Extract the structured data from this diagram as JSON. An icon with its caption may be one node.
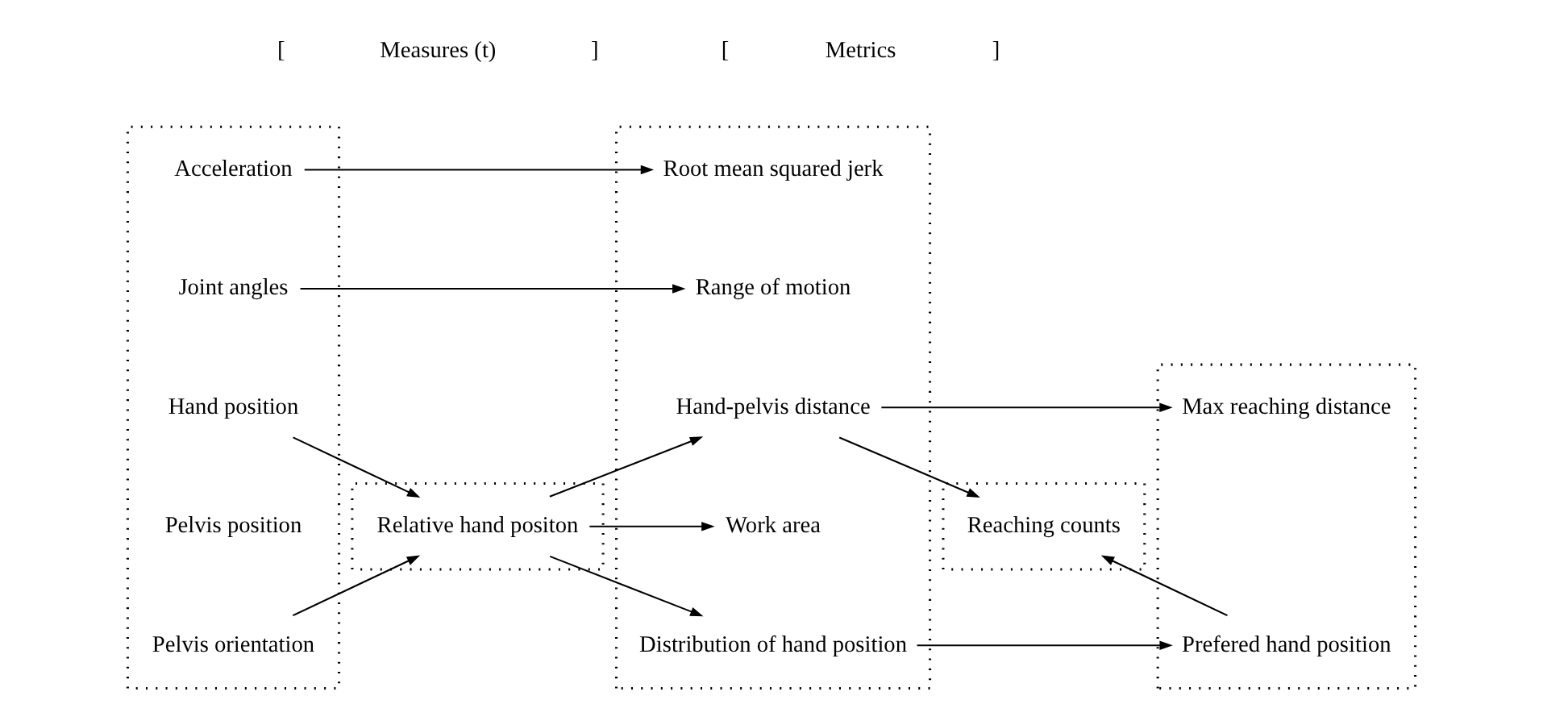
{
  "diagram": {
    "nodes": [
      {
        "text": [],
        "shape": "box"
      },
      {
        "text": [
          "Acceleration"
        ],
        "in": 0
      },
      {
        "text": [
          "Joint angles"
        ],
        "in": 0
      },
      {
        "text": [
          "Hand position"
        ],
        "in": 0
      },
      {
        "text": [
          "Pelvis position"
        ],
        "in": 0
      },
      {
        "text": [
          "Pelvis orientation"
        ],
        "in": 0
      },
      {
        "text": [],
        "shape": "box"
      },
      {
        "text": [
          "Relative hand positon"
        ],
        "in": 6
      },
      {
        "text": [],
        "shape": "box"
      },
      {
        "text": [
          "Root mean squared jerk"
        ],
        "in": 8
      },
      {
        "text": [
          "Range of motion"
        ],
        "in": 8
      },
      {
        "text": [
          "Hand-pelvis distance"
        ],
        "in": 8
      },
      {
        "text": [
          "Work area"
        ],
        "in": 8
      },
      {
        "text": [
          "Distribution of hand position"
        ],
        "in": 8
      },
      {
        "text": [],
        "shape": "box"
      },
      {
        "text": [
          "Max reaching distance"
        ],
        "in": 14
      },
      {
        "text": [
          "Prefered hand position"
        ],
        "in": 14
      },
      {
        "text": [],
        "shape": "box"
      },
      {
        "text": [
          "Reaching counts"
        ],
        "in": 17
      }
    ],
    "edges": [
      {
        "from": 1,
        "to": 9,
        "arrow": "to"
      },
      {
        "from": 2,
        "to": 10,
        "arrow": "to"
      },
      {
        "from": 3,
        "to": 7,
        "arrow": "to"
      },
      {
        "from": 5,
        "to": 7,
        "arrow": "to"
      },
      {
        "from": 7,
        "to": 11,
        "arrow": "to"
      },
      {
        "from": 7,
        "to": 12,
        "arrow": "to"
      },
      {
        "from": 7,
        "to": 13,
        "arrow": "to"
      },
      {
        "from": 11,
        "to": 15,
        "arrow": "to"
      },
      {
        "from": 13,
        "to": 16,
        "arrow": "to"
      },
      {
        "from": 11,
        "to": 18,
        "arrow": "to"
      },
      {
        "from": 16,
        "to": 18,
        "arrow": "to"
      }
    ],
    "labels": [
      "[",
      "Measures (t)",
      "]",
      "[",
      "Metrics",
      "]"
    ]
  }
}
